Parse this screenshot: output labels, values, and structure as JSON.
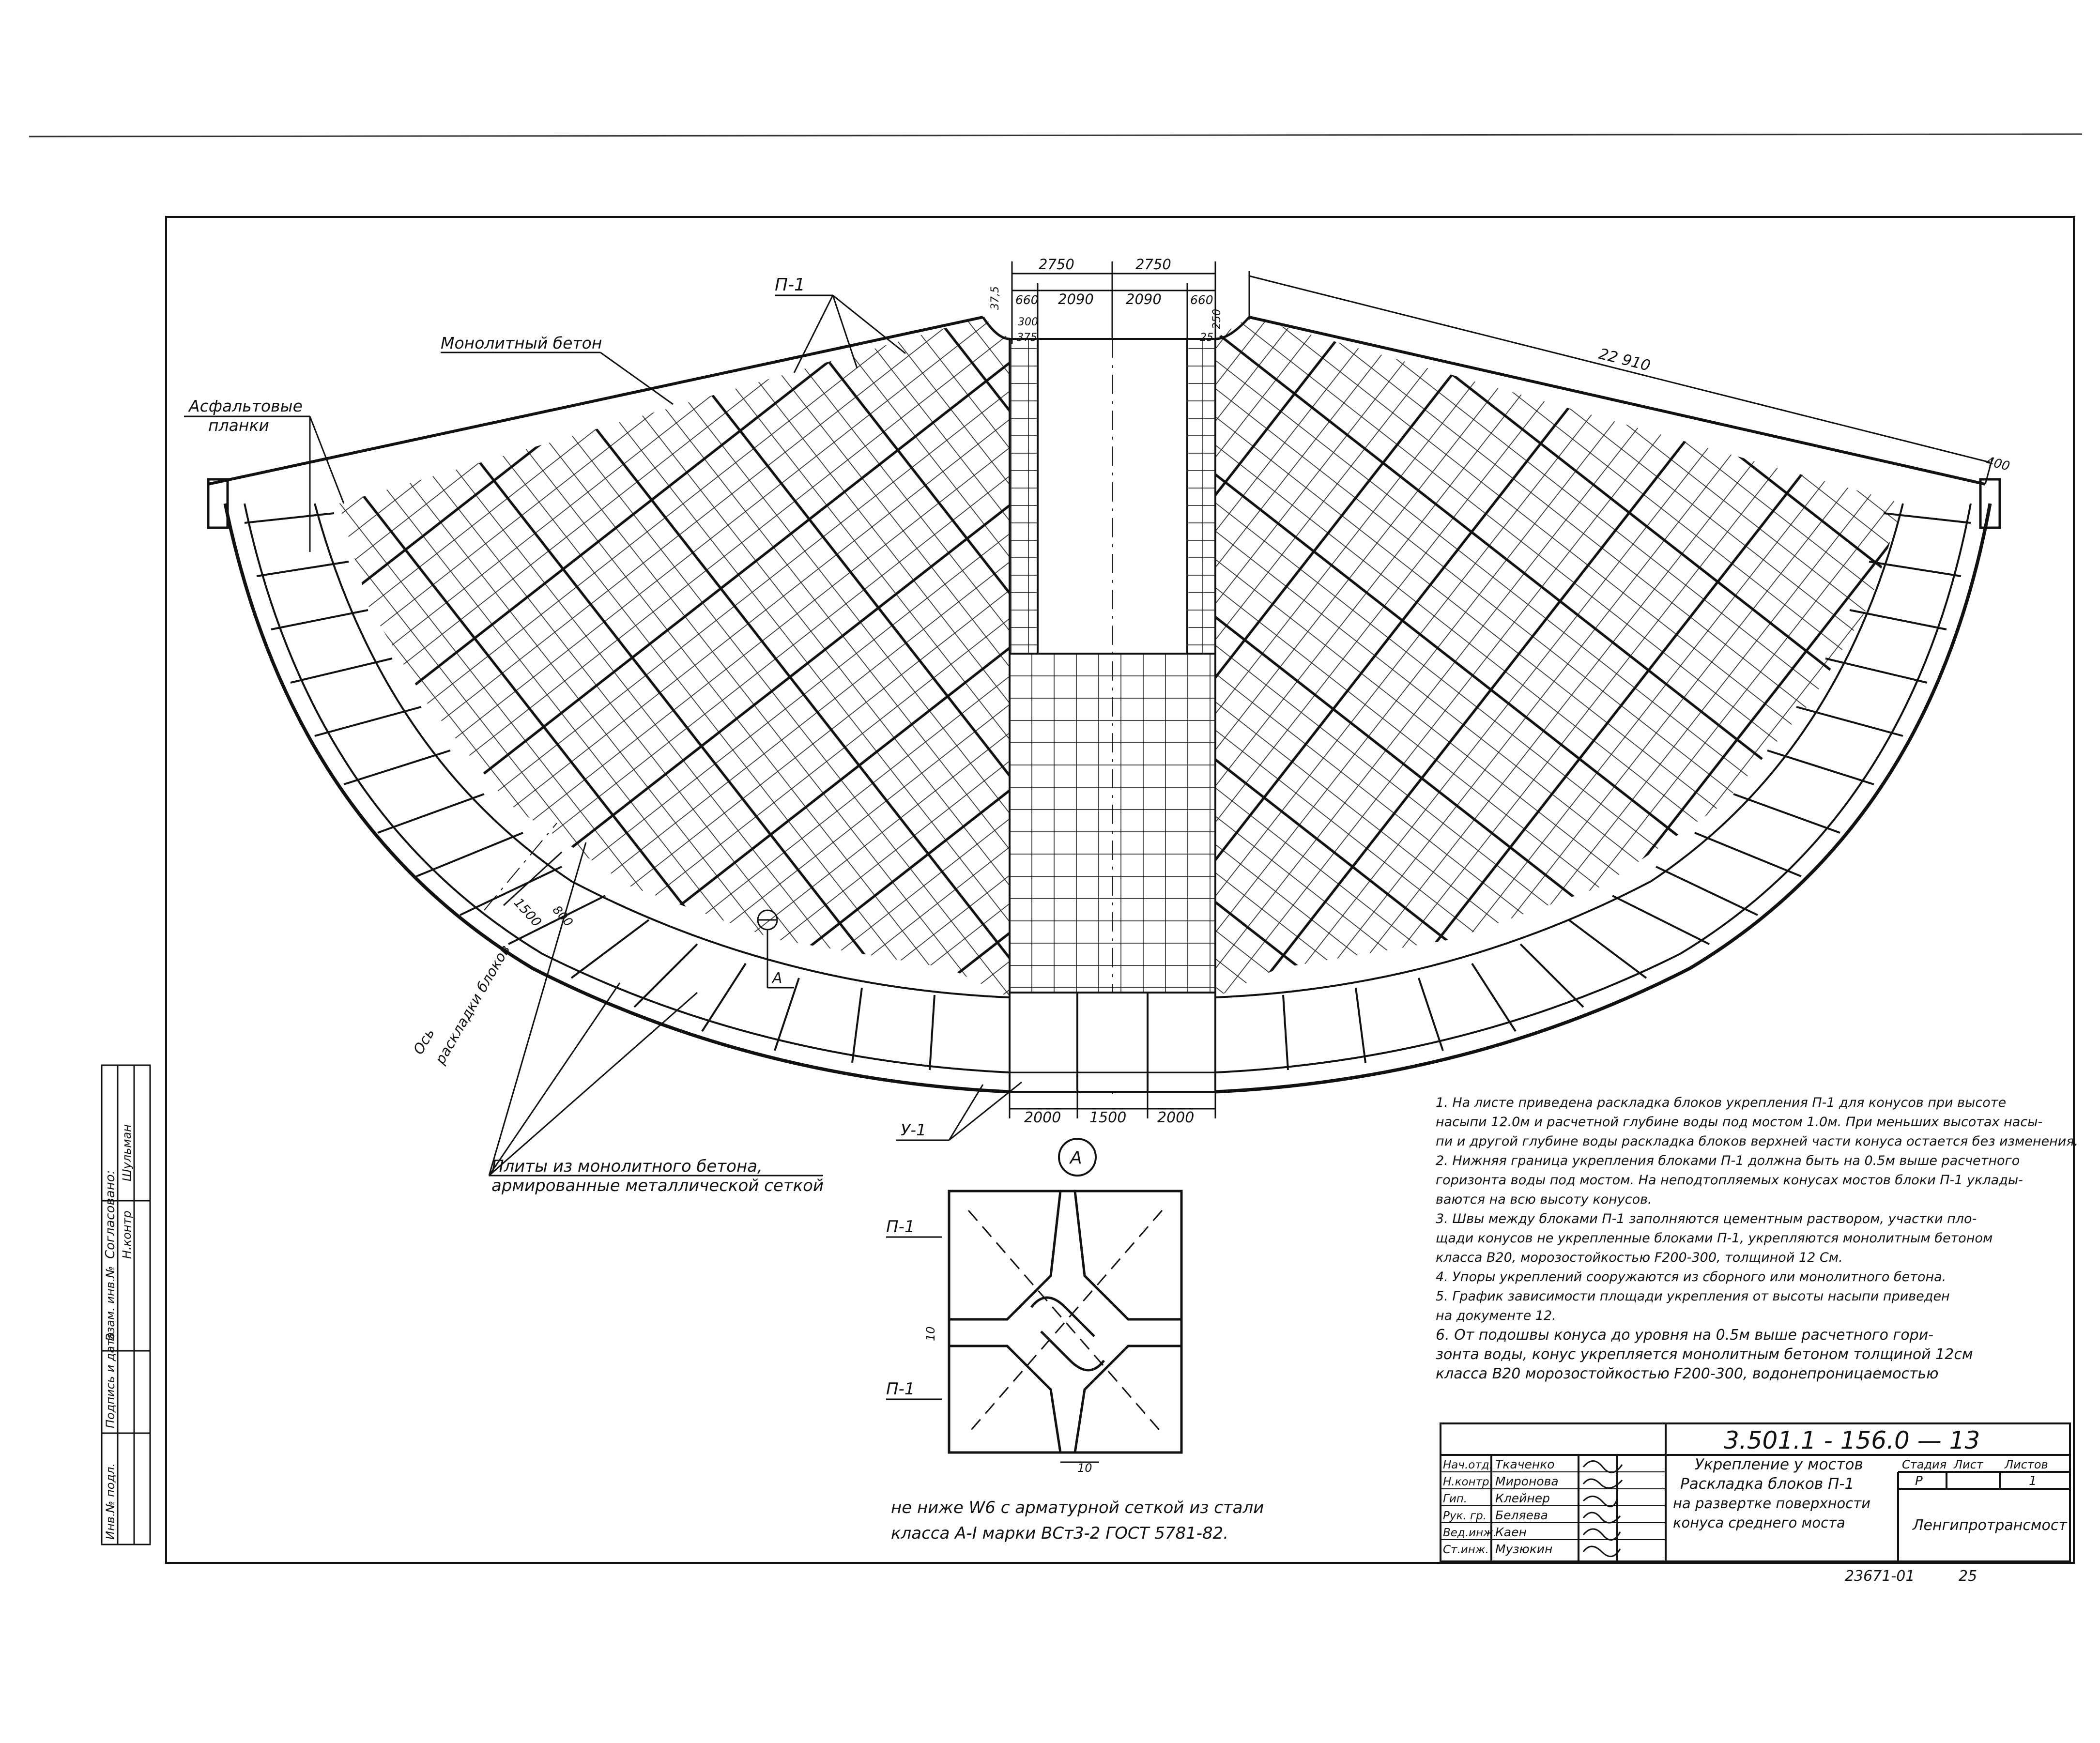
{
  "top_dims": [
    "2750",
    "2750",
    "660",
    "2090",
    "2090",
    "660"
  ],
  "small_dims": [
    "37,5",
    "300",
    "375",
    "25",
    "250"
  ],
  "right_dims": [
    "22 910",
    "400"
  ],
  "bottom_dims": [
    "2000",
    "1500",
    "2000"
  ],
  "block_dims": [
    "1500",
    "800"
  ],
  "labels": {
    "p1": "П-1",
    "monolith": "Монолитный бетон",
    "asphalt_1": "Асфальтовые",
    "asphalt_2": "планки",
    "axis_1": "Ось",
    "axis_2": "раскладки блоков",
    "u1": "У-1",
    "slabs_1": "Плиты из монолитного бетона,",
    "slabs_2": "армированные металлической сеткой",
    "section_A": "А",
    "detail_p1_top": "П-1",
    "detail_p1_bottom": "П-1",
    "detail_dim_10a": "10",
    "detail_dim_10b": "10"
  },
  "notes": [
    "1.   На листе приведена раскладка блоков укрепления П-1 для конусов при высоте",
    "насыпи 12.0м и расчетной глубине воды под мостом 1.0м. При меньших высотах насы-",
    "пи и другой глубине воды раскладка блоков верхней части конуса остается без изменения.",
    "2.   Нижняя граница укрепления блоками П-1 должна быть на 0.5м выше расчетного",
    "горизонта воды под мостом. На неподтопляемых конусах мостов блоки П-1 уклады-",
    "ваются на всю высоту конусов.",
    "3.   Швы между блоками П-1 заполняются цементным раствором, участки пло-",
    "щади конусов не укрепленные блоками П-1, укрепляются монолитным бетоном",
    "класса В20, морозостойкостью F200-300, толщиной 12 См.",
    "4.   Упоры укреплений сооружаются из сборного или монолитного бетона.",
    "5.   График зависимости площади укрепления от высоты насыпи приведен",
    "на документе 12.",
    "6.  От подошвы конуса до уровня на 0.5м выше расчетного гори-",
    "зонта воды, конус укрепляется монолитным бетоном толщиной 12см",
    "класса В20 морозостойкостью F200-300, водонепроницаемостью"
  ],
  "notes_tail": [
    "не ниже W6 с арматурной сеткой из стали",
    "класса А-I марки ВСт3-2 ГОСТ 5781-82."
  ],
  "side_stamp": [
    "Согласовано:",
    "Н.контр",
    "Шульман",
    "Взам. инв.№",
    "Подпись и дата",
    "Инв.№ подл."
  ],
  "title_block": {
    "doc_code": "3.501.1 - 156.0 — 13",
    "title_1": "Укрепление у мостов",
    "title_2": "Раскладка блоков П-1",
    "title_3": "на развертке поверхности",
    "title_4": "конуса среднего моста",
    "stage_header": "Стадия",
    "sheet_header": "Лист",
    "sheets_header": "Листов",
    "stage": "Р",
    "sheets": "1",
    "org": "Ленгипротрансмост",
    "roles": [
      "Нач.отд.",
      "Н.контр.",
      "Гип.",
      "Рук. гр.",
      "Вед.инж.",
      "Ст.инж."
    ],
    "names": [
      "Ткаченко",
      "Миронова",
      "Клейнер",
      "Беляева",
      "Каен",
      "Музюкин"
    ],
    "archive_no": "23671-01",
    "page": "25"
  }
}
